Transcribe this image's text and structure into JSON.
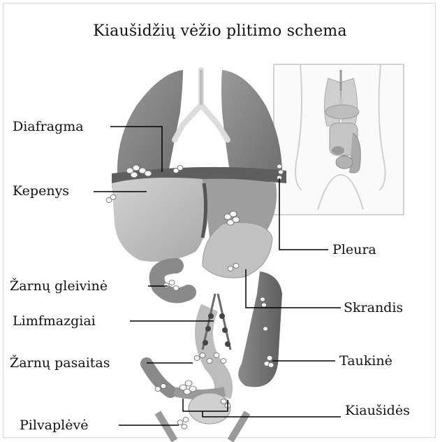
{
  "title": "Kiaušidžių vėžio plitimo schema",
  "labels": {
    "diafragma": "Diafragma",
    "kepenys": "Kepenys",
    "zarnu_gleivine": "Žarnų gleivinė",
    "limfmazgiai": "Limfmazgiai",
    "zarnu_pasaitas": "Žarnų pasaitas",
    "pilvapleve": "Pilvaplėvė",
    "pleura": "Pleura",
    "skrandis": "Skrandis",
    "taukine": "Taukinė",
    "kiausides": "Kiaušidės"
  }
}
